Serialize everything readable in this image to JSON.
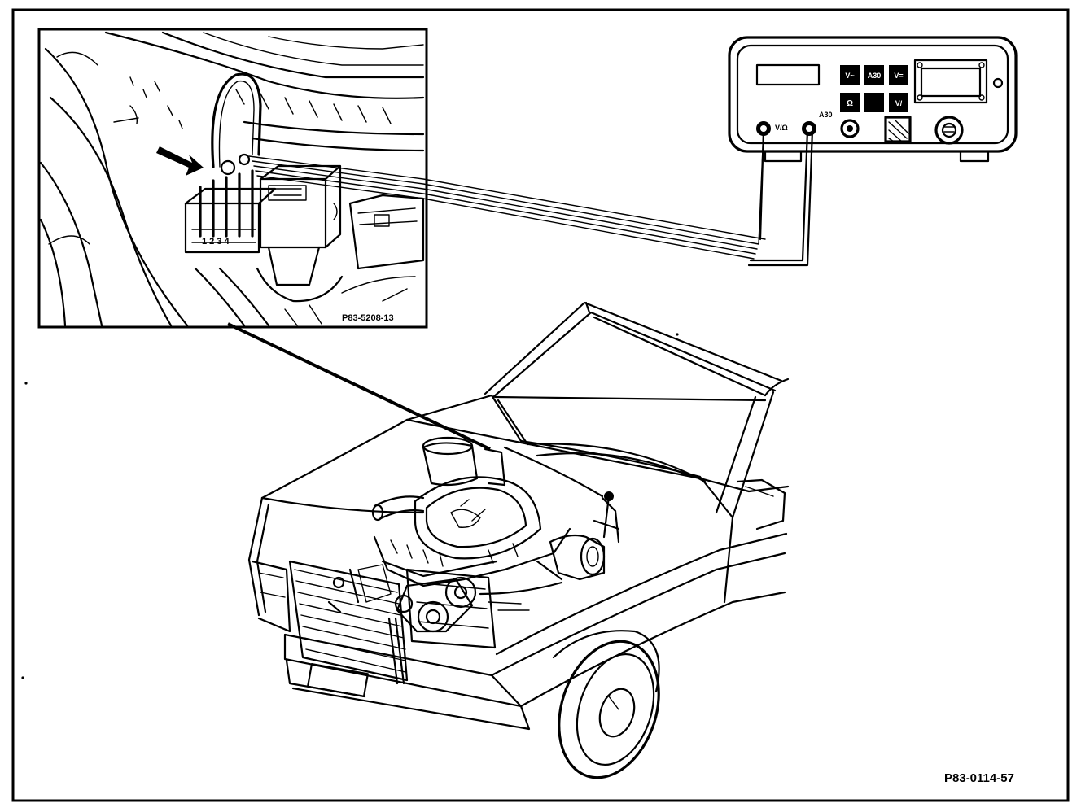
{
  "figure_code": "P83-0114-57",
  "inset": {
    "code": "P83-5208-13"
  },
  "tester": {
    "button_labels": [
      "V~",
      "A30",
      "V=",
      "Ω",
      "",
      "V/"
    ],
    "jack_labels": [
      "V/Ω",
      "A30"
    ]
  }
}
